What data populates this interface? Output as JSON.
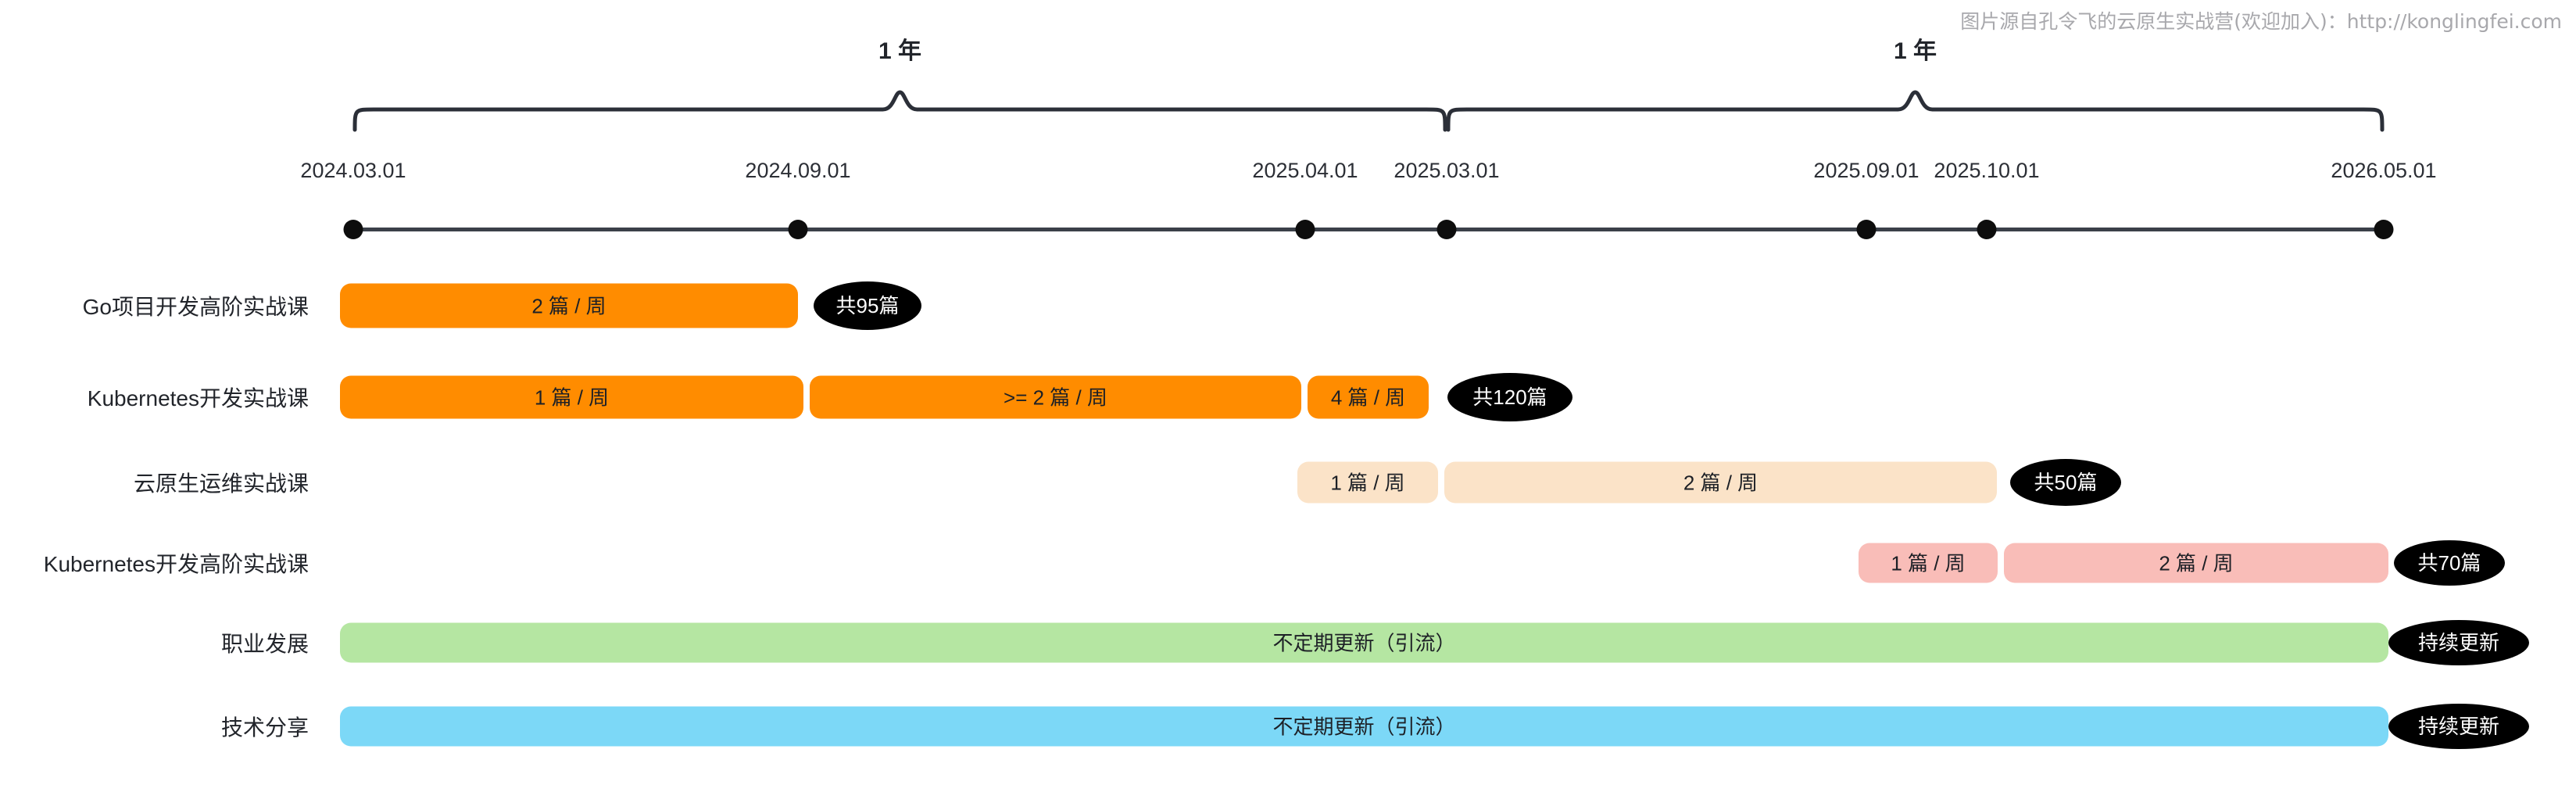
{
  "watermark": "图片源自孔令飞的云原生实战营(欢迎加入)：http://konglingfei.com",
  "chart_data": {
    "type": "table",
    "title": "",
    "xlabel": "",
    "ylabel": "",
    "axis_dates": [
      "2024.03.01",
      "2024.09.01",
      "2025.04.01",
      "2025.03.01",
      "2025.09.01",
      "2025.10.01",
      "2026.05.01"
    ],
    "spans": [
      {
        "label": "1 年",
        "from": "2024.03.01",
        "to": "2025.03.01"
      },
      {
        "label": "1 年",
        "from": "2025.03.01",
        "to": "2026.05.01"
      }
    ],
    "rows": [
      {
        "name": "Go项目开发高阶实战课",
        "color": "#ff8c00",
        "badge": "共95篇",
        "segments": [
          {
            "text": "2 篇 / 周",
            "start": "2024.03.01",
            "end": "2024.09.01"
          }
        ]
      },
      {
        "name": "Kubernetes开发实战课",
        "color": "#ff8c00",
        "badge": "共120篇",
        "segments": [
          {
            "text": "1 篇 / 周",
            "start": "2024.03.01",
            "end": "2024.09.01"
          },
          {
            "text": ">= 2 篇 / 周",
            "start": "2024.09.01",
            "end": "2025.04.01"
          },
          {
            "text": "4 篇 / 周",
            "start": "2025.04.01",
            "end": "2025.03.01"
          }
        ]
      },
      {
        "name": "云原生运维实战课",
        "color": "#fbe3c8",
        "badge": "共50篇",
        "segments": [
          {
            "text": "1 篇 / 周",
            "start": "2025.04.01",
            "end": "2025.03.01"
          },
          {
            "text": "2 篇 / 周",
            "start": "2025.03.01",
            "end": "2025.09.01"
          }
        ]
      },
      {
        "name": "Kubernetes开发高阶实战课",
        "color": "#f9bdb8",
        "badge": "共70篇",
        "segments": [
          {
            "text": "1 篇 / 周",
            "start": "2025.09.01",
            "end": "2025.10.01"
          },
          {
            "text": "2 篇 / 周",
            "start": "2025.10.01",
            "end": "2026.05.01"
          }
        ]
      },
      {
        "name": "职业发展",
        "color": "#b5e6a2",
        "badge": "持续更新",
        "segments": [
          {
            "text": "不定期更新（引流）",
            "start": "2024.03.01",
            "end": "2026.05.01"
          }
        ]
      },
      {
        "name": "技术分享",
        "color": "#7cd8f7",
        "badge": "持续更新",
        "segments": [
          {
            "text": "不定期更新（引流）",
            "start": "2024.03.01",
            "end": "2026.05.01"
          }
        ]
      }
    ],
    "colors": {
      "orange": "#ff8c00",
      "peach": "#fbe3c8",
      "pink": "#f9bdb8",
      "green": "#b5e6a2",
      "blue": "#7cd8f7",
      "badge_bg": "#000000",
      "axis": "#3b4049"
    }
  }
}
